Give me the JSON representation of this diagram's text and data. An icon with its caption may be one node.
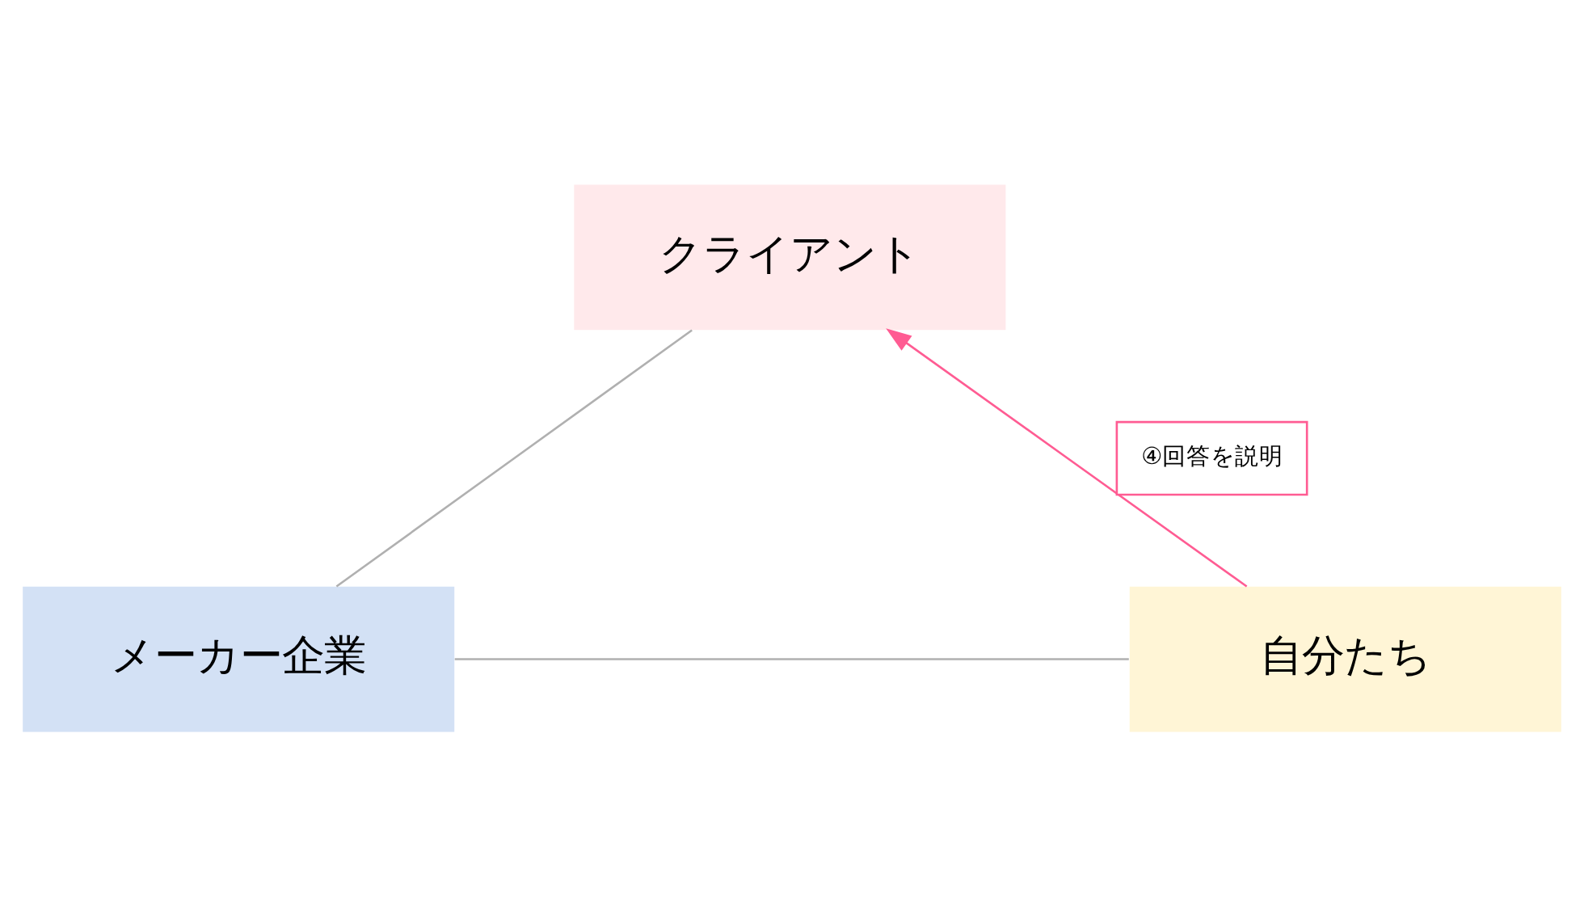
{
  "diagram": {
    "nodes": [
      {
        "text": [
          "クライアント"
        ]
      },
      {
        "text": [
          "自分たち"
        ]
      },
      {
        "text": [
          "メーカー企業"
        ]
      }
    ],
    "edges": [
      {
        "from": 1,
        "to": 0,
        "arrow": "to",
        "label": "④回答を説明",
        "color": "#ff5c93"
      },
      {
        "from": 1,
        "to": 2,
        "arrow": "none"
      },
      {
        "from": 0,
        "to": 2,
        "arrow": "none"
      }
    ]
  }
}
